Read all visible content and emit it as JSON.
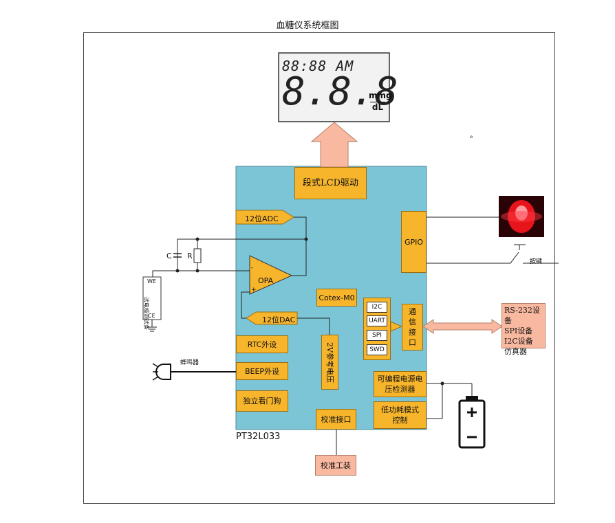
{
  "title": "血糖仪系统框图",
  "chip": {
    "name": "PT32L033",
    "lcd_driver": "段式LCD驱动",
    "adc": "12位ADC",
    "opa": "OPA",
    "dac": "12位DAC",
    "core": "Cotex-M0",
    "gpio": "GPIO",
    "rtc": "RTC外设",
    "beep": "BEEP外设",
    "watchdog": "独立看门狗",
    "vref": "2V参考电压",
    "comm": "通信接口",
    "buses": [
      "I2C",
      "UART",
      "SPI",
      "SWD"
    ],
    "pvd": "可编程电源电压检测器",
    "lowpower": "低功耗模式控制",
    "calib": "校准接口"
  },
  "external": {
    "calib_tool": "校准工装",
    "devices": [
      "RS-232设备",
      "SPI设备",
      "I2C设备",
      "仿真器"
    ],
    "button": "按键",
    "buzzer": "蜂鸣器",
    "strip": "试电极测试条",
    "cap": "C",
    "res": "R",
    "we": "WE",
    "ce": "CE",
    "dot": "。"
  },
  "lcd": {
    "top_row": "88:88 AM",
    "big_digits": "8.8.8",
    "unit_top": "mmg",
    "unit_bottom": "dL"
  },
  "colors": {
    "chip_body": "#7cc5d6",
    "block_fill": "#f7b52c",
    "external_fill": "#f9b9a0",
    "led_red": "#e8141c"
  }
}
